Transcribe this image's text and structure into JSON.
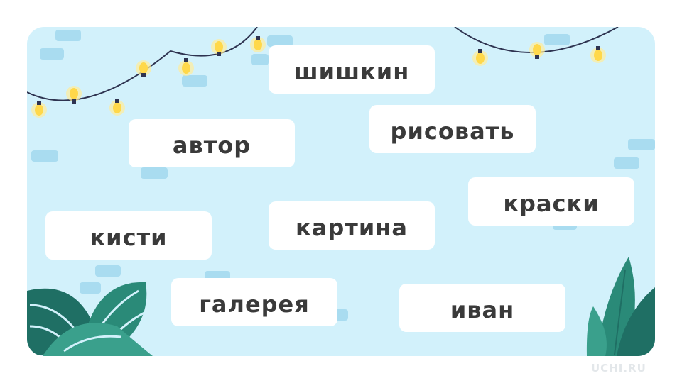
{
  "words": [
    {
      "id": "shishkin",
      "text": "шишкин"
    },
    {
      "id": "risovat",
      "text": "рисовать"
    },
    {
      "id": "avtor",
      "text": "автор"
    },
    {
      "id": "kraski",
      "text": "краски"
    },
    {
      "id": "kartina",
      "text": "картина"
    },
    {
      "id": "kisti",
      "text": "кисти"
    },
    {
      "id": "galereya",
      "text": "галерея"
    },
    {
      "id": "ivan",
      "text": "иван"
    }
  ],
  "logo": "UCHI.RU",
  "colors": {
    "panel": "#d2f1fb",
    "card": "#ffffff",
    "text": "#3a3a3a",
    "bulb": "#ffd84a",
    "leaf_dark": "#1f6f64",
    "leaf_light": "#3aa08c"
  }
}
